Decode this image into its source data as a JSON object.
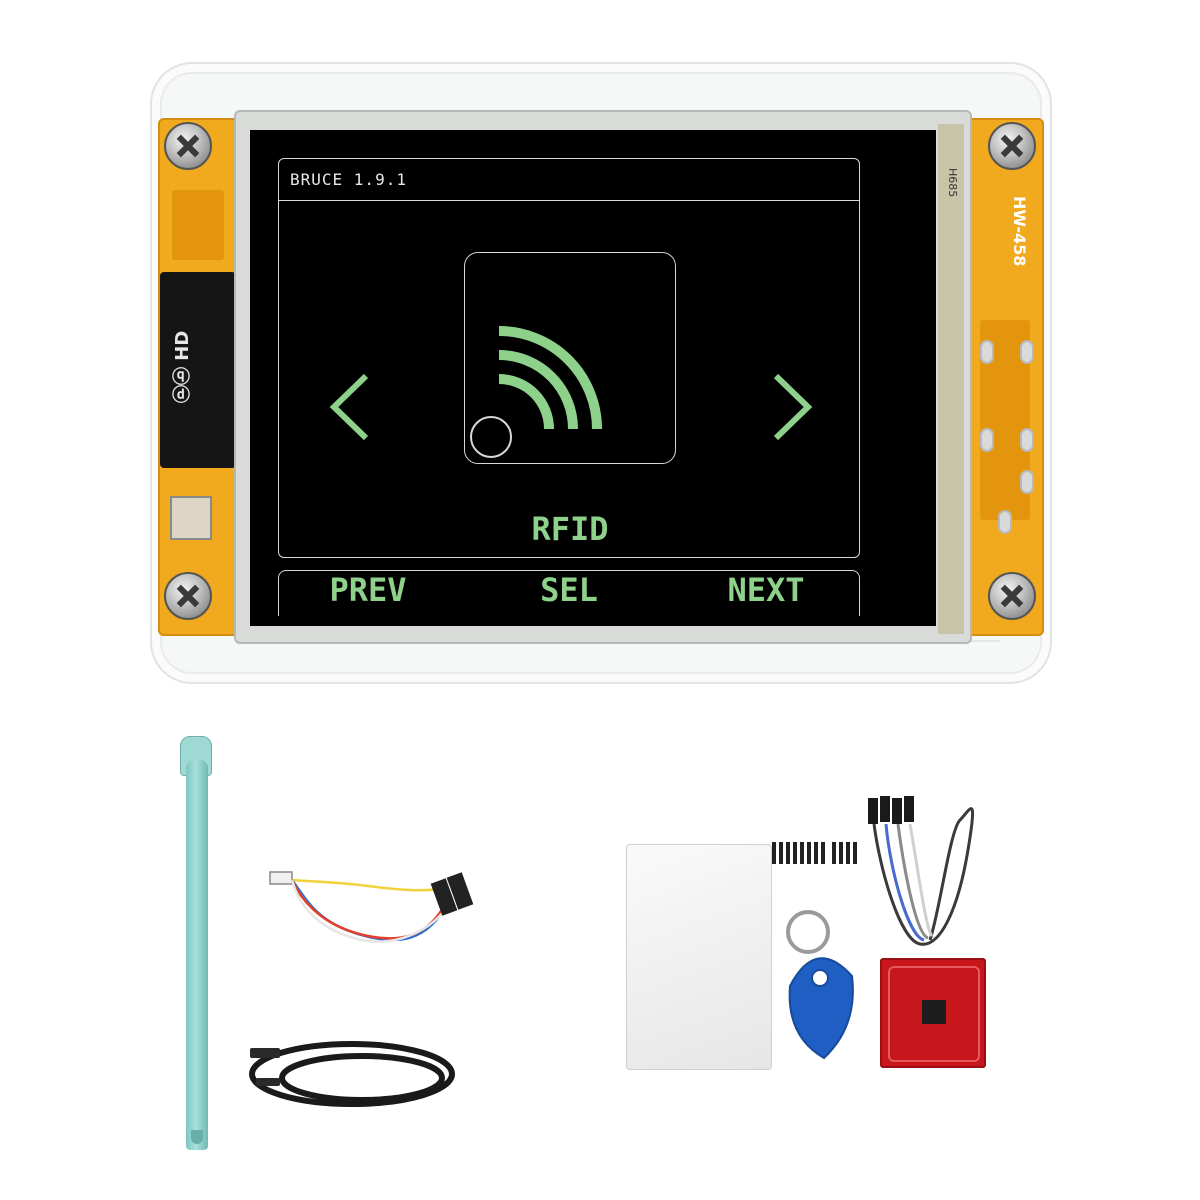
{
  "device": {
    "sd_label": "ⓟⓑ HD",
    "pcb_silkscreen": "HW-458",
    "lcd_marking": "H685"
  },
  "screen": {
    "header_title": "BRUCE 1.9.1",
    "current_item": {
      "label": "RFID",
      "icon": "rfid-wireless-icon"
    },
    "nav": {
      "left_icon": "chevron-left-icon",
      "right_icon": "chevron-right-icon"
    },
    "softkeys": [
      {
        "label": "PREV"
      },
      {
        "label": "SEL"
      },
      {
        "label": "NEXT"
      }
    ]
  },
  "accessories": [
    "stylus-icon",
    "jst-cable-icon",
    "usb-cable-icon",
    "rfid-card-icon",
    "key-fob-icon",
    "pn532-module-icon",
    "pin-header-icon",
    "dupont-jumper-icon"
  ],
  "colors": {
    "screen_bg": "#000000",
    "accent_green": "#8ed18a",
    "frame_line": "#d8d8d8",
    "pcb": "#f1a91e",
    "stylus": "#a9e0dc",
    "fob": "#1f5fc4",
    "pn532_board": "#c8161d"
  }
}
